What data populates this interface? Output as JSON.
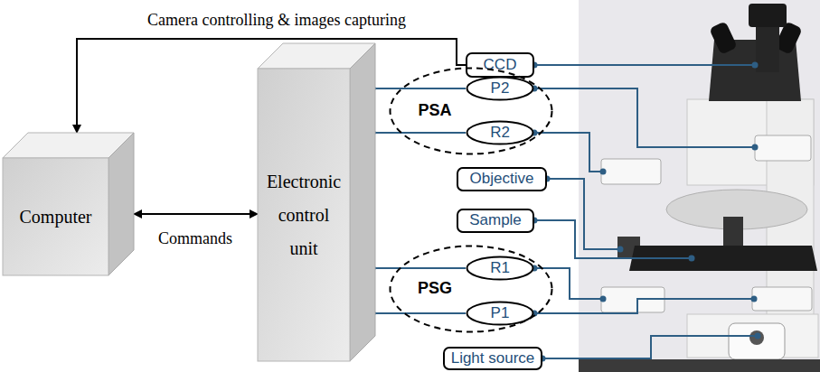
{
  "diagram": {
    "nodes": [
      {
        "text": [
          "Computer"
        ]
      },
      {
        "text": [
          "Electronic control unit"
        ]
      },
      {
        "text": [
          "CCD"
        ]
      },
      {
        "text": [
          "PSA"
        ]
      },
      {
        "text": [
          "P2"
        ],
        "in": 3
      },
      {
        "text": [
          "R2"
        ],
        "in": 3
      },
      {
        "text": [
          "Objective"
        ]
      },
      {
        "text": [
          "Sample"
        ]
      },
      {
        "text": [
          "PSG"
        ]
      },
      {
        "text": [
          "R1"
        ],
        "in": 8
      },
      {
        "text": [
          "P1"
        ],
        "in": 8
      },
      {
        "text": [
          "Light source"
        ]
      }
    ],
    "edges": [
      {
        "from": 2,
        "to": 0,
        "arrow": "to",
        "label": "Camera controlling & images capturing"
      },
      {
        "from": 0,
        "to": 1,
        "arrow": "both",
        "label": "Commands"
      },
      {
        "from": 1,
        "to": 4,
        "arrow": "none"
      },
      {
        "from": 1,
        "to": 5,
        "arrow": "none"
      },
      {
        "from": 1,
        "to": 9,
        "arrow": "none"
      },
      {
        "from": 1,
        "to": 10,
        "arrow": "none"
      }
    ]
  }
}
